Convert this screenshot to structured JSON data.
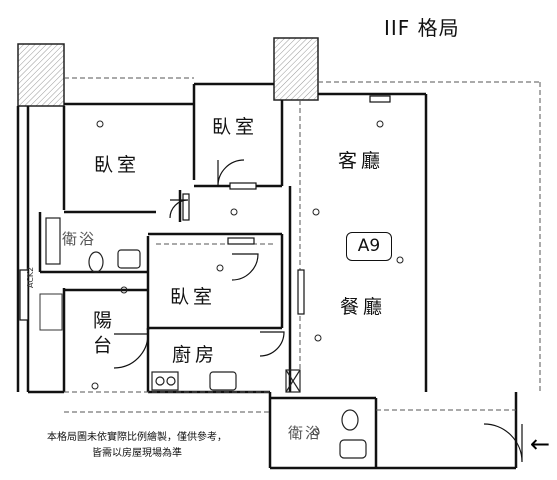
{
  "title": "IIF 格局",
  "unit": "A9",
  "rooms": {
    "bedroom_left": "臥室",
    "bedroom_top": "臥室",
    "bedroom_middle": "臥室",
    "living_room": "客廳",
    "dining_room": "餐廳",
    "kitchen": "廚房",
    "balcony": "陽台",
    "bathroom_left": "衛浴",
    "bathroom_bottom": "衛浴"
  },
  "ac_label": "ACK2",
  "note": [
    "本格局圖未依實際比例繪製，僅供參考，",
    "皆需以房屋現場為準"
  ],
  "entrance_icon": "arrow-left-icon"
}
